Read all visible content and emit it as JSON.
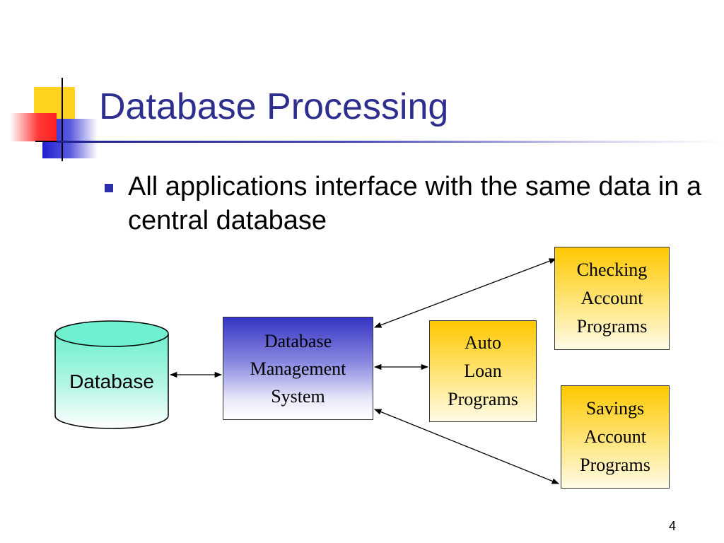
{
  "slide": {
    "title": "Database Processing",
    "bullet": "All applications interface with the same data in a central database",
    "page_number": "4"
  },
  "diagram": {
    "database": "Database",
    "dbms": "Database\nManagement\nSystem",
    "auto_loan": "Auto\nLoan\nPrograms",
    "checking": "Checking\nAccount\nPrograms",
    "savings": "Savings\nAccount\nPrograms"
  },
  "colors": {
    "title": "#2e2e8f",
    "database_fill": "#6ff0d0",
    "dbms_fill": "#3434c4",
    "program_fill": "#ffc800"
  }
}
